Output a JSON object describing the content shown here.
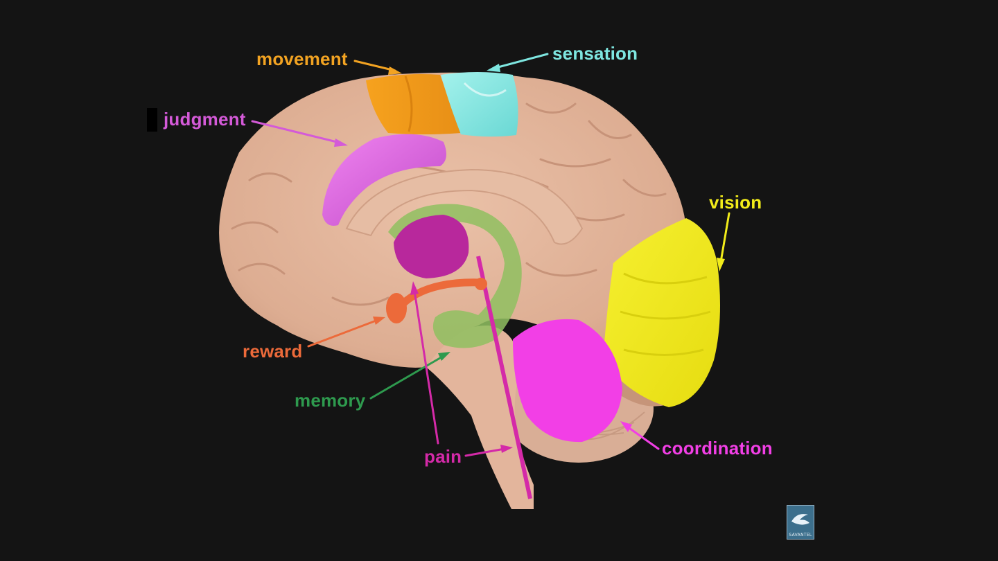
{
  "labels": {
    "movement": "movement",
    "sensation": "sensation",
    "judgment": "judgment",
    "vision": "vision",
    "reward": "reward",
    "memory": "memory",
    "pain": "pain",
    "coordination": "coordination"
  },
  "logo": {
    "text": "SAVANTEL"
  },
  "colors": {
    "background": "#141414",
    "brain": "#e4b49a",
    "movement": "#f2a322",
    "sensation": "#7ee6e0",
    "judgment": "#d45ad8",
    "vision": "#f2ec1a",
    "reward": "#ec6a3a",
    "memory": "#2e9a4e",
    "pain": "#d42aa8",
    "coordination": "#f23fe6"
  }
}
